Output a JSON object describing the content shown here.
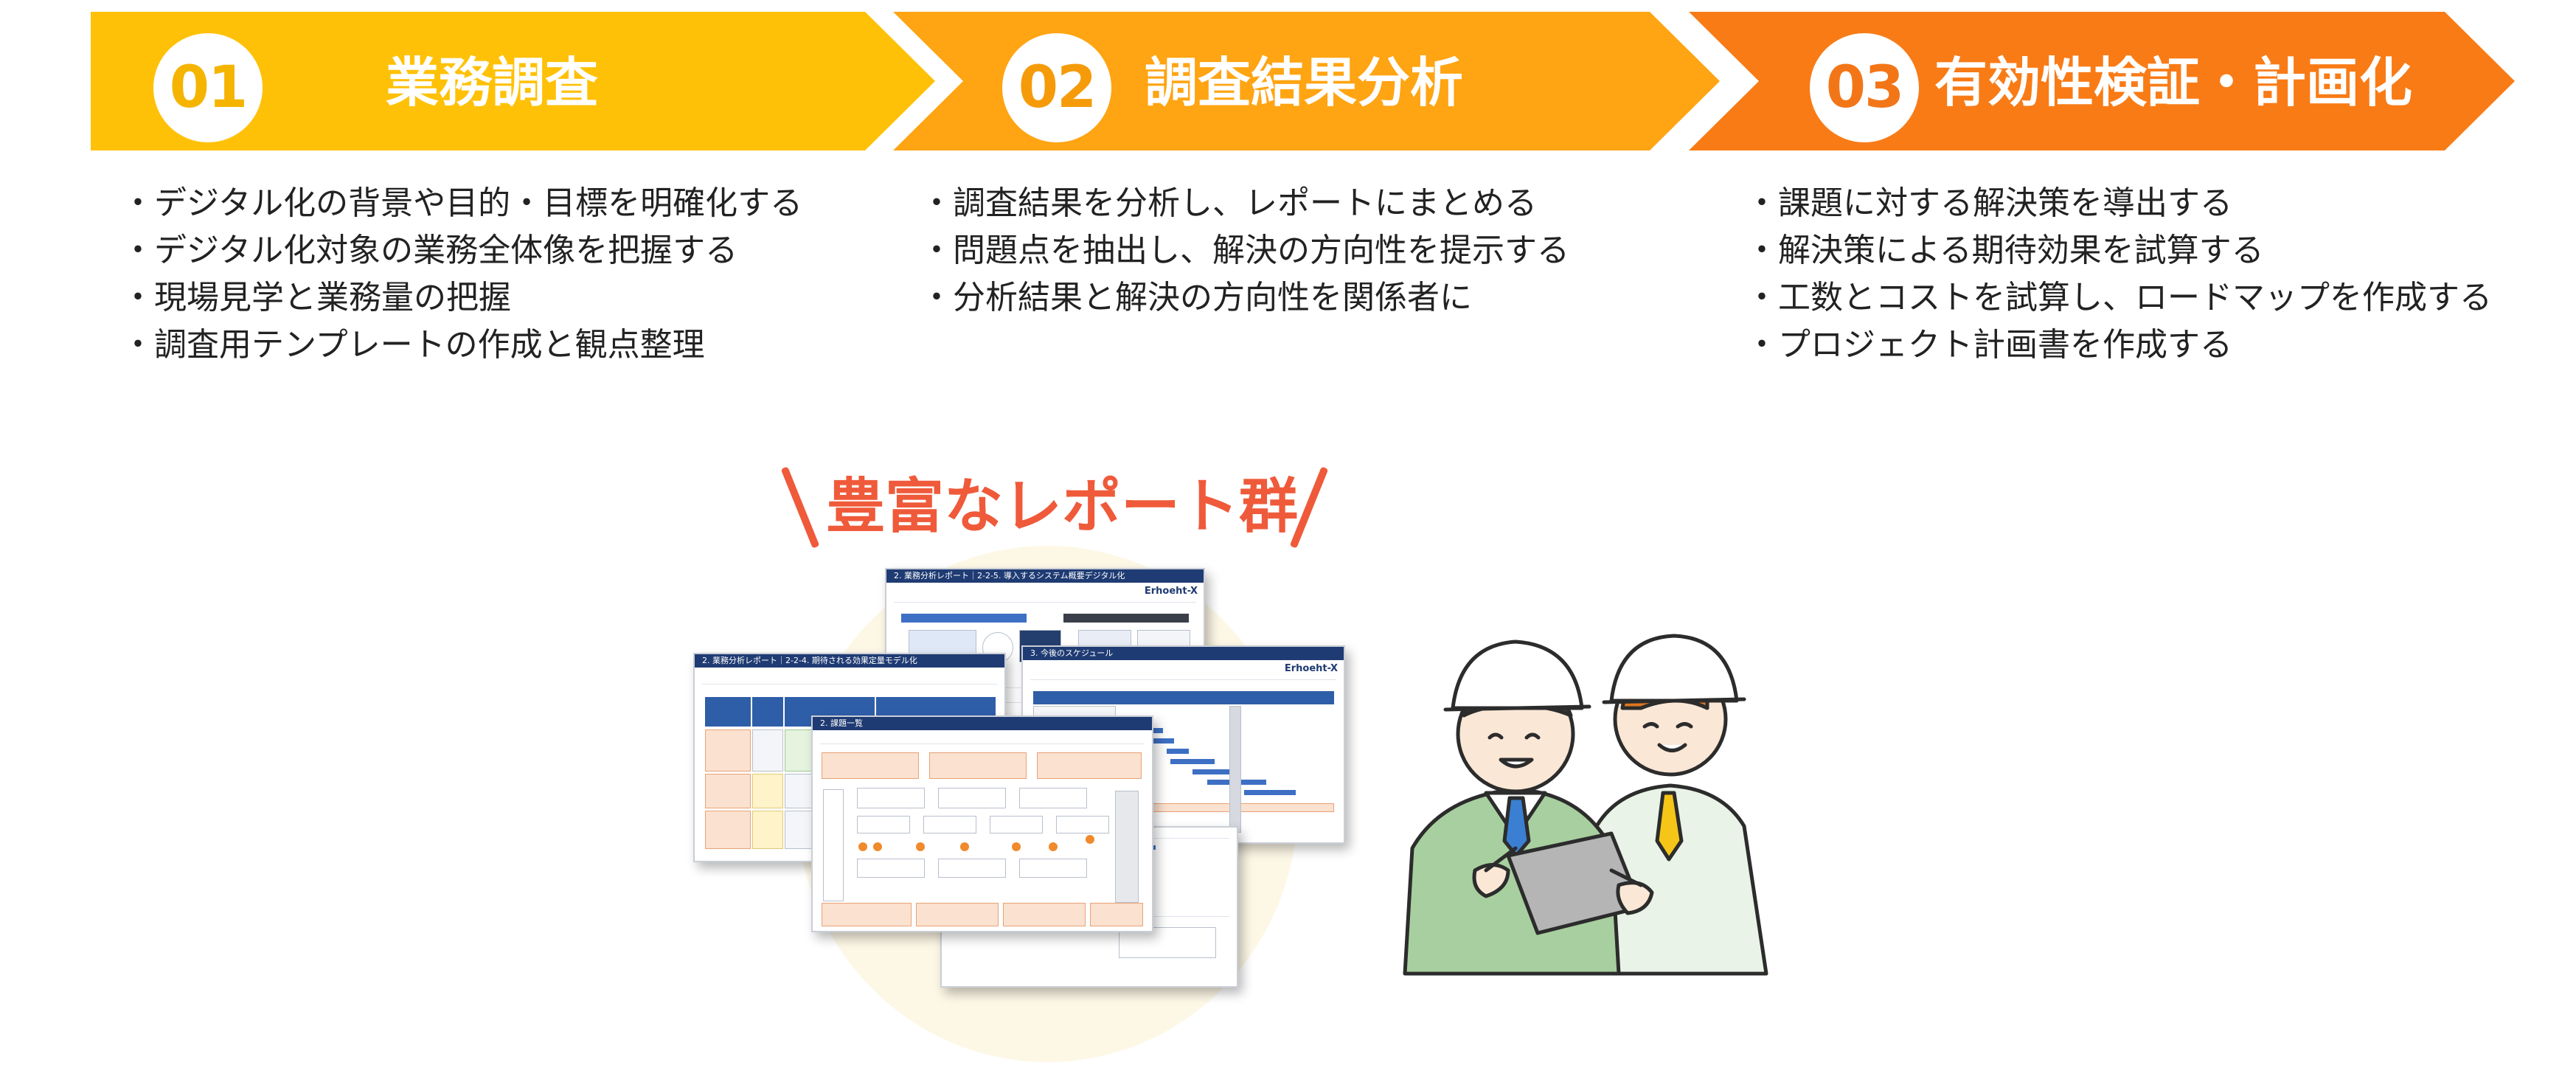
{
  "steps": [
    {
      "number": "01",
      "title": "業務調査",
      "color": "#ffc107",
      "bullets": [
        "デジタル化の背景や目的・目標を明確化する",
        "デジタル化対象の業務全体像を把握する",
        "現場見学と業務量の把握",
        "調査用テンプレートの作成と観点整理"
      ]
    },
    {
      "number": "02",
      "title": "調査結果分析",
      "color": "#ffa412",
      "bullets": [
        "調査結果を分析し、レポートにまとめる",
        "問題点を抽出し、解決の方向性を提示する",
        "分析結果と解決の方向性を関係者に"
      ]
    },
    {
      "number": "03",
      "title": "有効性検証・計画化",
      "color": "#f97b16",
      "bullets": [
        "課題に対する解決策を導出する",
        "解決策による期待効果を試算する",
        "工数とコストを試算し、ロードマップを作成する",
        "プロジェクト計画書を作成する"
      ]
    }
  ],
  "report_section": {
    "heading": "豊富なレポート群",
    "heading_color": "#ef5a3a",
    "documents": [
      {
        "header": "2. 業務分析レポート｜2-2-5. 導入するシステム概要デジタル化",
        "brand": "Erhoeht-X"
      },
      {
        "header": "2. 業務分析レポート｜2-2-4. 期待される効果定量モデル化",
        "brand": ""
      },
      {
        "header": "3. 今後のスケジュール",
        "brand": "Erhoeht-X"
      },
      {
        "header": "2. 課題一覧",
        "brand": ""
      }
    ]
  },
  "illustration": {
    "icon": "workers-with-tablet-icon"
  }
}
